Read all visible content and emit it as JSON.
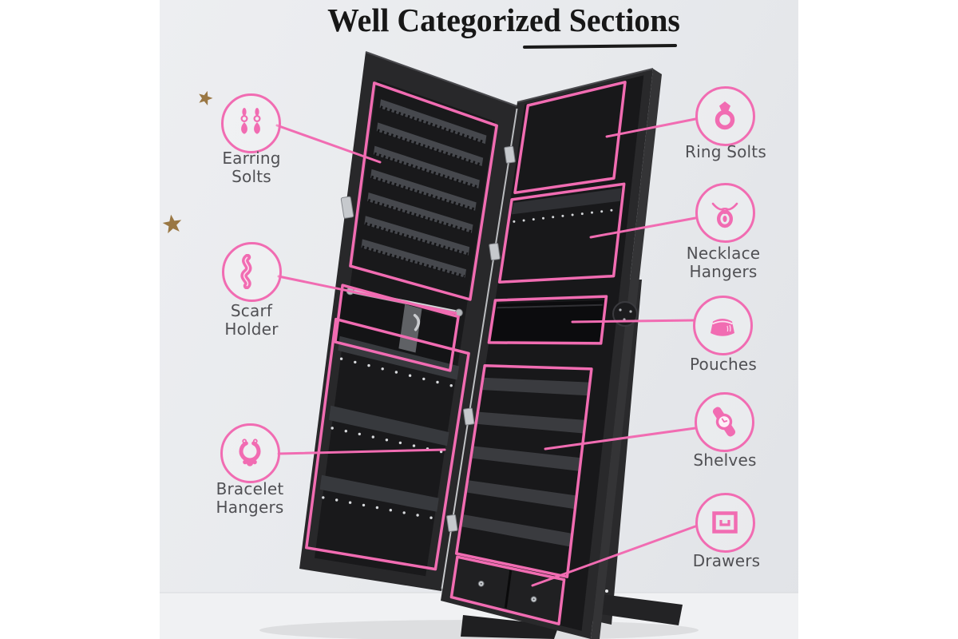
{
  "title": {
    "text": "Well Categorized Sections"
  },
  "colors": {
    "accent_pink": "#f16cb2",
    "label_text": "#505054",
    "title_text": "#171717",
    "star_gold": "#9a7743",
    "cabinet_black": "#242426",
    "background_gray": "#e7e9ec"
  },
  "annotations": {
    "left": [
      {
        "name": "earring-slots",
        "icon": "earrings-icon",
        "label_line1": "Earring",
        "label_line2": "Solts"
      },
      {
        "name": "scarf-holder",
        "icon": "scarf-icon",
        "label_line1": "Scarf",
        "label_line2": "Holder"
      },
      {
        "name": "bracelet-hangers",
        "icon": "bracelet-icon",
        "label_line1": "Bracelet",
        "label_line2": "Hangers"
      }
    ],
    "right": [
      {
        "name": "ring-slots",
        "icon": "ring-icon",
        "label_line1": "Ring Solts",
        "label_line2": ""
      },
      {
        "name": "necklace-hangers",
        "icon": "necklace-icon",
        "label_line1": "Necklace",
        "label_line2": "Hangers"
      },
      {
        "name": "pouches",
        "icon": "pouch-icon",
        "label_line1": "Pouches",
        "label_line2": ""
      },
      {
        "name": "shelves",
        "icon": "watch-icon",
        "label_line1": "Shelves",
        "label_line2": ""
      },
      {
        "name": "drawers",
        "icon": "drawer-icon",
        "label_line1": "Drawers",
        "label_line2": ""
      }
    ]
  }
}
